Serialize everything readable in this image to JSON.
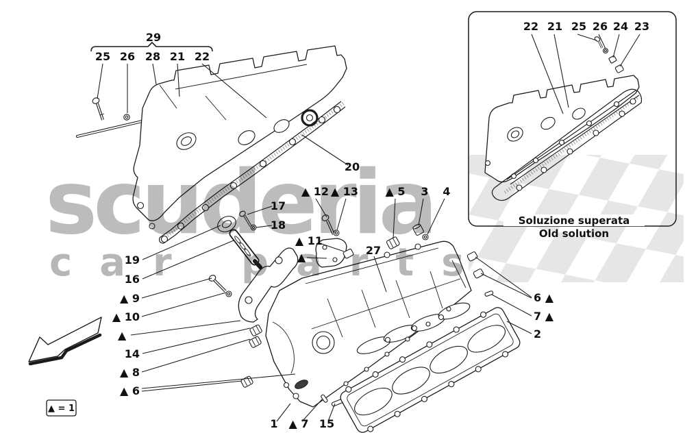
{
  "watermark": {
    "word": "scuderia",
    "word2a": "car",
    "word2b": "parts",
    "red_color": "#cc3333",
    "grey_color": "#9a9a9a",
    "checker_color": "#d2d2d2"
  },
  "legend": {
    "text": "▲ = 1"
  },
  "inset": {
    "caption_line1": "Soluzione superata",
    "caption_line2": "Old solution",
    "callouts": [
      {
        "label": "22"
      },
      {
        "label": "21"
      },
      {
        "label": "25"
      },
      {
        "label": "26"
      },
      {
        "label": "24"
      },
      {
        "label": "23"
      }
    ]
  },
  "callouts": {
    "group_bracket": {
      "label": "29"
    },
    "cover": [
      {
        "label": "25"
      },
      {
        "label": "26"
      },
      {
        "label": "28"
      },
      {
        "label": "21"
      },
      {
        "label": "22"
      },
      {
        "label": "20"
      }
    ],
    "mid": [
      {
        "label": "17"
      },
      {
        "label": "18"
      },
      {
        "label": "▲ 12"
      },
      {
        "label": "▲ 13"
      },
      {
        "label": "▲ 5"
      },
      {
        "label": "3"
      },
      {
        "label": "4"
      },
      {
        "label": "▲ 11"
      },
      {
        "label": "▲"
      },
      {
        "label": "27"
      }
    ],
    "left": [
      {
        "label": "19"
      },
      {
        "label": "16"
      },
      {
        "label": "▲ 9"
      },
      {
        "label": "▲ 10"
      },
      {
        "label": "▲"
      },
      {
        "label": "14"
      },
      {
        "label": "▲ 8"
      },
      {
        "label": "▲ 6"
      }
    ],
    "bottom": [
      {
        "label": "1"
      },
      {
        "label": "▲ 7"
      },
      {
        "label": "15"
      }
    ],
    "right": [
      {
        "label": "6 ▲"
      },
      {
        "label": "7 ▲"
      },
      {
        "label": "2"
      }
    ]
  }
}
